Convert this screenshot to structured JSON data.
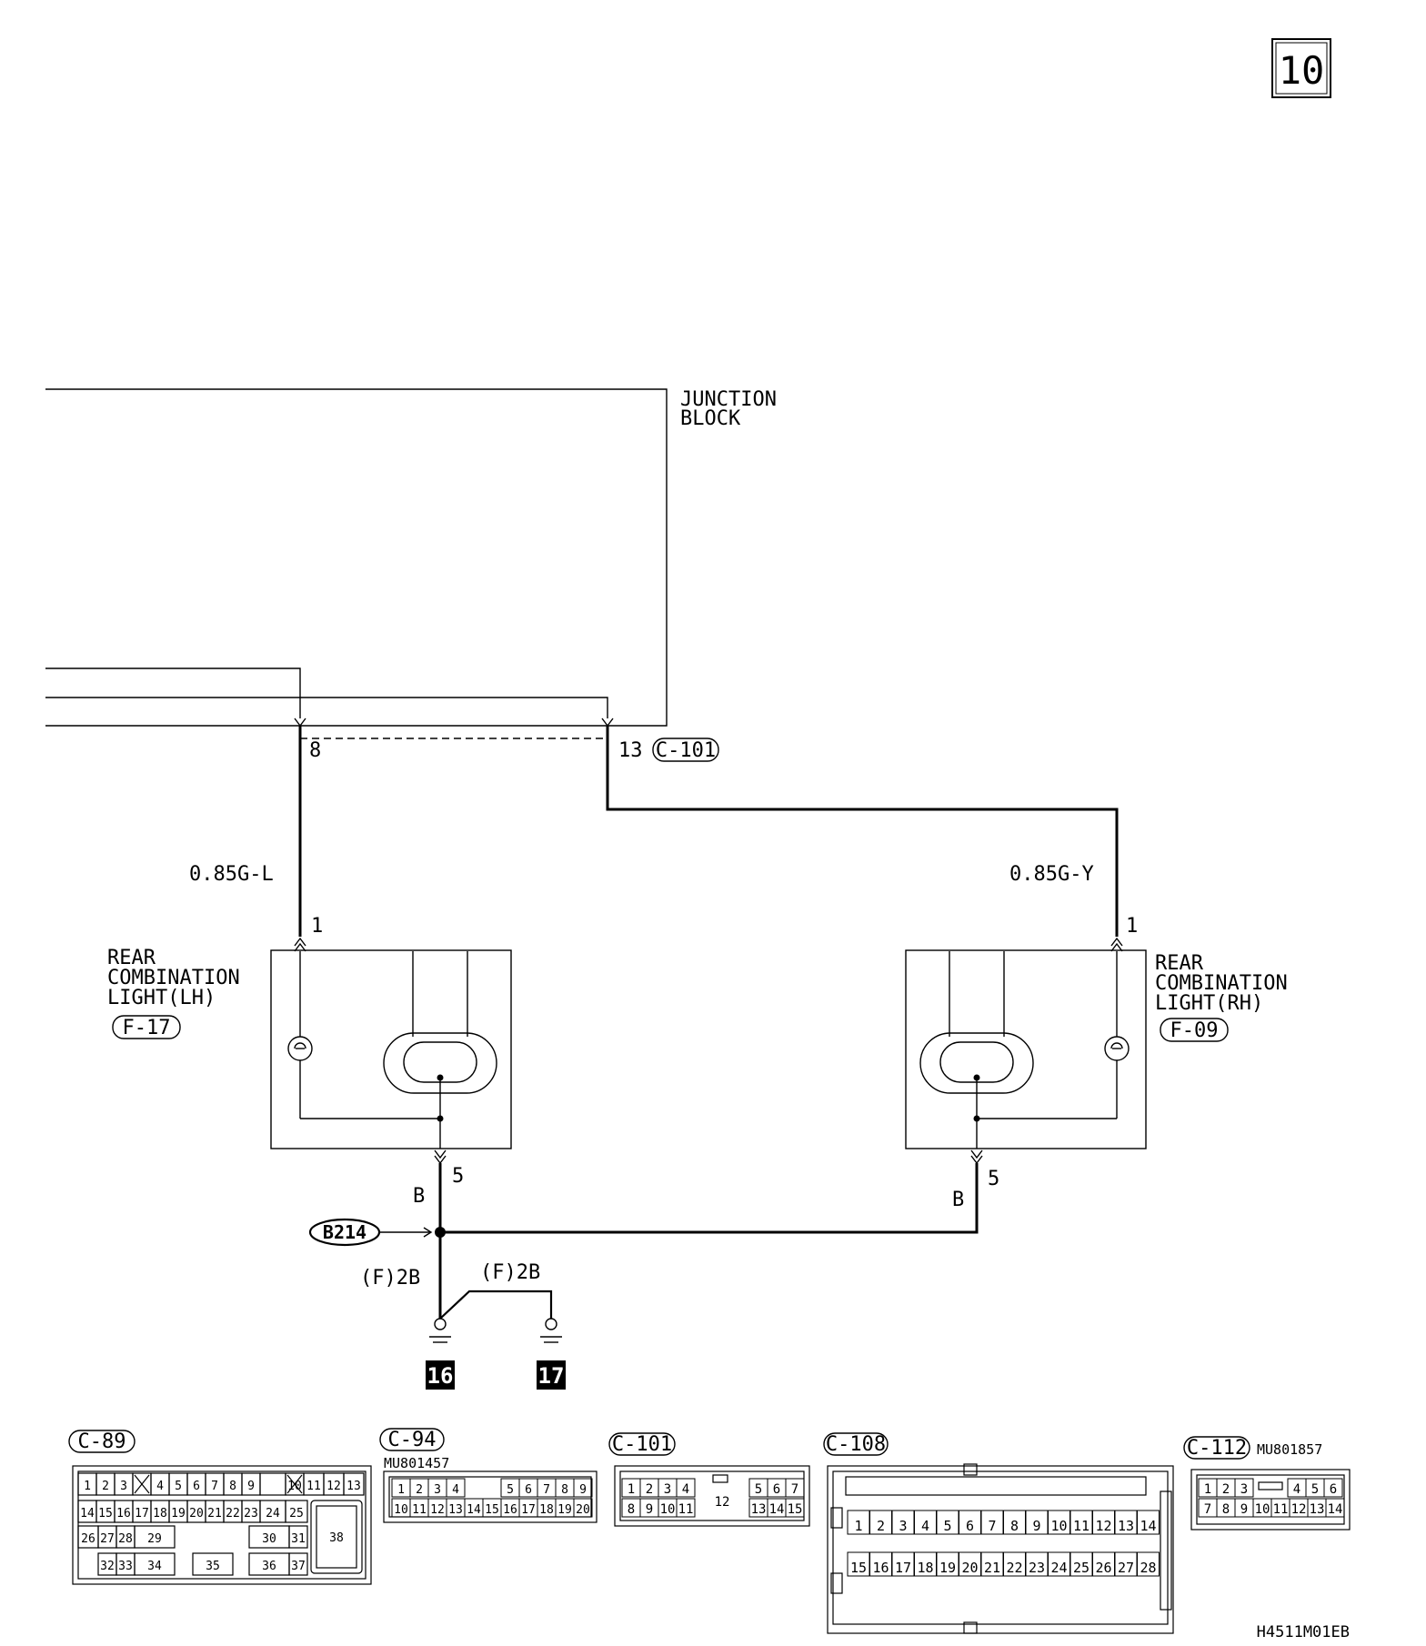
{
  "page_number": "10",
  "footer_code": "H4511M01EB",
  "junction_block": {
    "line1": "JUNCTION",
    "line2": "BLOCK"
  },
  "jb_connector": {
    "pin_left": "8",
    "pin_right": "13",
    "connector": "C-101"
  },
  "wires": {
    "left": "0.85G-L",
    "right": "0.85G-Y",
    "ground_left": "B",
    "ground_right": "B",
    "earth1": "(F)2B",
    "earth2": "(F)2B"
  },
  "lamp_lh": {
    "line1": "REAR",
    "line2": "COMBINATION",
    "line3": "LIGHT(LH)",
    "connector": "F-17",
    "pin_top": "1",
    "pin_bottom": "5"
  },
  "lamp_rh": {
    "line1": "REAR",
    "line2": "COMBINATION",
    "line3": "LIGHT(RH)",
    "connector": "F-09",
    "pin_top": "1",
    "pin_bottom": "5"
  },
  "splice": "B214",
  "grounds": [
    "16",
    "17"
  ],
  "connectors": [
    {
      "id": "C-89",
      "part": ""
    },
    {
      "id": "C-94",
      "part": "MU801457"
    },
    {
      "id": "C-101",
      "part": ""
    },
    {
      "id": "C-108",
      "part": ""
    },
    {
      "id": "C-112",
      "part": "MU801857"
    }
  ],
  "pins": {
    "c89": {
      "r1": [
        "1",
        "2",
        "3",
        "4",
        "5",
        "6",
        "7",
        "8",
        "9",
        "10",
        "11",
        "12",
        "13"
      ],
      "r2": [
        "14",
        "15",
        "16",
        "17",
        "18",
        "19",
        "20",
        "21",
        "22",
        "23",
        "24",
        "25"
      ],
      "r3": [
        "26",
        "27",
        "28",
        "29",
        "30",
        "31"
      ],
      "r4": [
        "32",
        "33",
        "34",
        "35",
        "36",
        "37"
      ],
      "big": "38"
    },
    "c94": {
      "r1": [
        "1",
        "2",
        "3",
        "4",
        "5",
        "6",
        "7",
        "8",
        "9"
      ],
      "r2": [
        "10",
        "11",
        "12",
        "13",
        "14",
        "15",
        "16",
        "17",
        "18",
        "19",
        "20"
      ]
    },
    "c101": {
      "r1": [
        "1",
        "2",
        "3",
        "4",
        "5",
        "6",
        "7"
      ],
      "r2": [
        "8",
        "9",
        "10",
        "11",
        "13",
        "14",
        "15"
      ],
      "mid": "12"
    },
    "c108": {
      "r1": [
        "1",
        "2",
        "3",
        "4",
        "5",
        "6",
        "7",
        "8",
        "9",
        "10",
        "11",
        "12",
        "13",
        "14"
      ],
      "r2": [
        "15",
        "16",
        "17",
        "18",
        "19",
        "20",
        "21",
        "22",
        "23",
        "24",
        "25",
        "26",
        "27",
        "28"
      ]
    },
    "c112": {
      "r1": [
        "1",
        "2",
        "3",
        "4",
        "5",
        "6"
      ],
      "r2": [
        "7",
        "8",
        "9",
        "10",
        "11",
        "12",
        "13",
        "14"
      ]
    }
  }
}
